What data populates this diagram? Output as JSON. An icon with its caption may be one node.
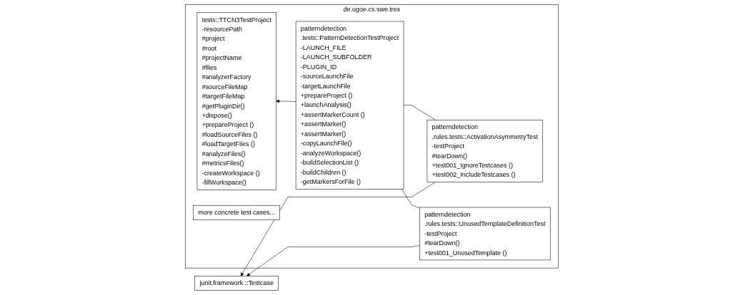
{
  "diagram": {
    "nodes": [
      {
        "text": [
          "de.ugoe.cs.swe.trex"
        ]
      },
      {
        "text": [
          "tests::TTCN3TestProject",
          "-resourcePath",
          "#project",
          "#root",
          "#projectName",
          "#files",
          "#analyzerFactory",
          "#sourceFileMap",
          "#targetFileMap",
          "#getPluginDir()",
          "+dispose()",
          "+prepareProject ()",
          "#loadSourceFiles ()",
          "#loadTargetFiles ()",
          "#analyzeFiles()",
          "#metricsFiles()",
          "-createWorkspace ()",
          "-fillWorkspace()"
        ],
        "in": 0
      },
      {
        "text": [
          "patterndetection .tests::PatternDetectionTestProject",
          "-LAUNCH_FILE",
          "-LAUNCH_SUBFOLDER",
          "-PLUGIN_ID",
          "-sourceLaunchFile",
          "-targetLaunchFile",
          "+prepareProject ()",
          "+launchAnalysis()",
          "+assertMarkerCount ()",
          "+assertMarker()",
          "+assertMarker()",
          "-copyLaunchFile()",
          "-analyzeWorkspace()",
          "-buildSelectionList ()",
          "-buildChildren ()",
          "-getMarkersForFile ()"
        ],
        "in": 0
      },
      {
        "text": [
          "patterndetection .rules.tests::ActivationAsymmetryTest",
          "-testProject",
          "#tearDown()",
          "+test001_IgnoreTestcases ()",
          "+test002_IncludeTestcases ()"
        ],
        "in": 0
      },
      {
        "text": [
          "patterndetection .rules.tests::UnusedTemplateDefinitionTest",
          "-testProject",
          "#tearDown()",
          "+test001_UnusedTemplate ()"
        ],
        "in": 0
      },
      {
        "text": [
          "more concrete test cases..."
        ],
        "in": 0
      },
      {
        "text": [
          "junit.framework ::Testcase"
        ]
      }
    ],
    "edges": [
      {
        "from": 2,
        "to": 1,
        "arrow": "to"
      },
      {
        "from": 3,
        "to": 2,
        "arrow": "none"
      },
      {
        "from": 4,
        "to": 2,
        "arrow": "none"
      },
      {
        "from": 4,
        "to": 6,
        "arrow": "to"
      },
      {
        "from": 3,
        "to": 6,
        "arrow": "to"
      }
    ]
  }
}
